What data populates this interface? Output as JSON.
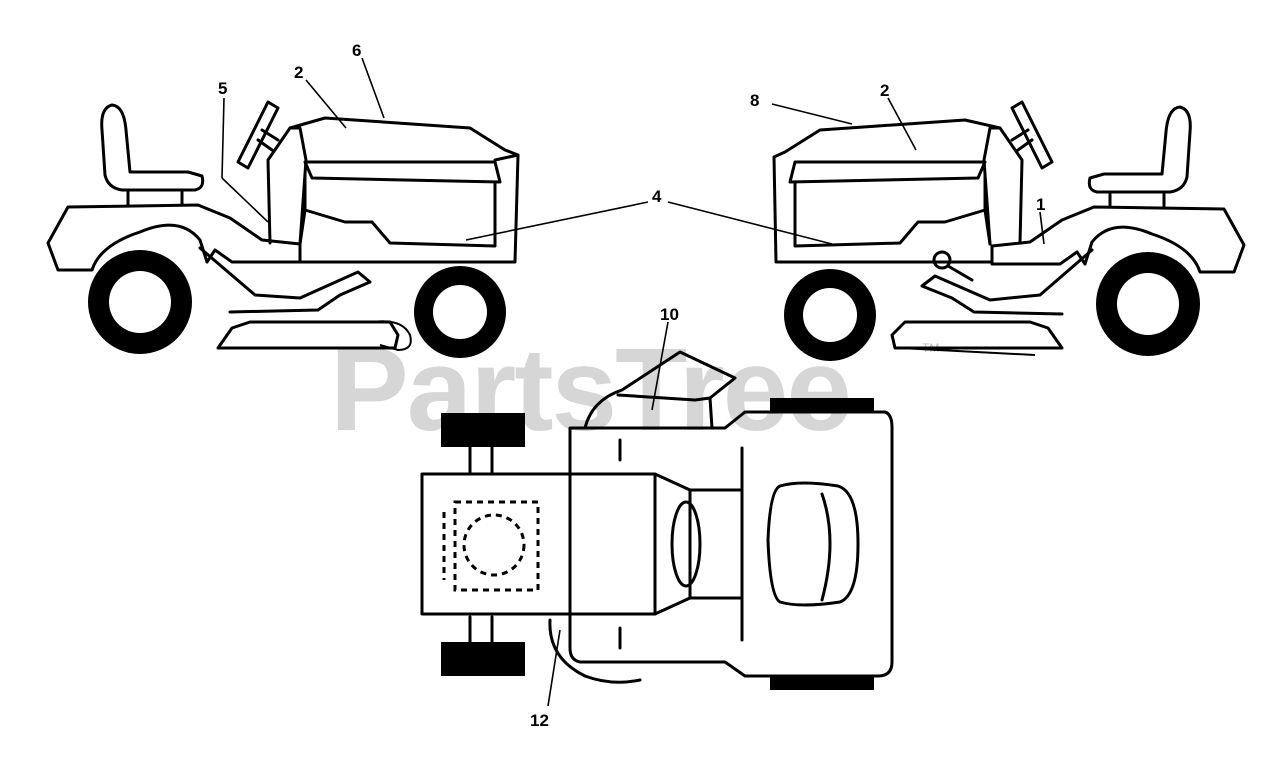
{
  "watermark": {
    "text": "PartsTree",
    "tm": "TM"
  },
  "callouts": [
    {
      "id": "c1",
      "label": "1"
    },
    {
      "id": "c2a",
      "label": "2"
    },
    {
      "id": "c2b",
      "label": "2"
    },
    {
      "id": "c4",
      "label": "4"
    },
    {
      "id": "c5",
      "label": "5"
    },
    {
      "id": "c6",
      "label": "6"
    },
    {
      "id": "c8",
      "label": "8"
    },
    {
      "id": "c10",
      "label": "10"
    },
    {
      "id": "c12",
      "label": "12"
    }
  ]
}
